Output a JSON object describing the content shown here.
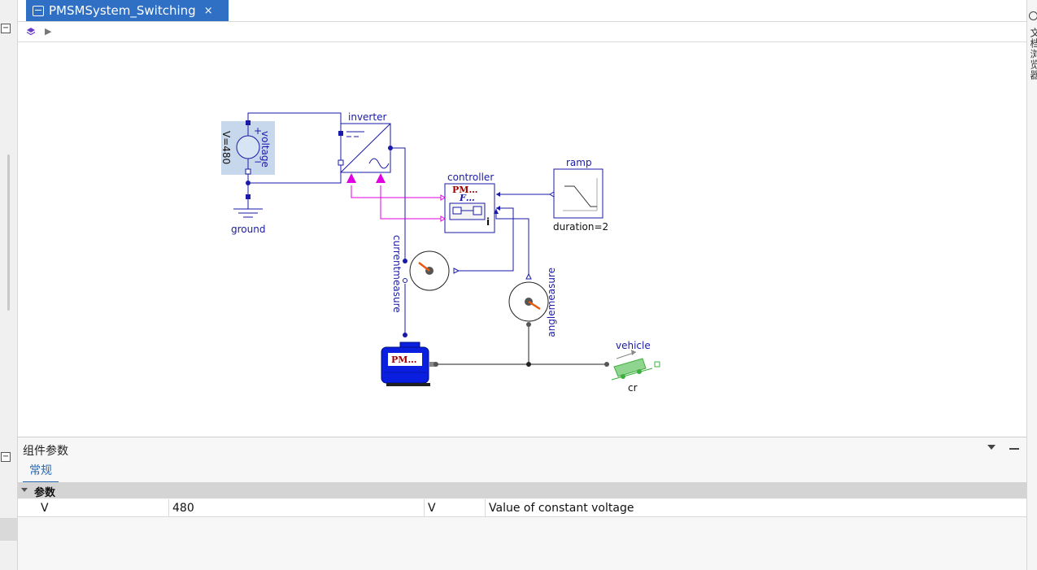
{
  "tab": {
    "title": "PMSMSystem_Switching",
    "close": "×"
  },
  "right_panel": {
    "label": "文档浏览器"
  },
  "diagram": {
    "components": {
      "voltage": {
        "name": "voltage",
        "param": "V=480"
      },
      "ground": {
        "name": "ground"
      },
      "inverter": {
        "name": "inverter"
      },
      "controller": {
        "name": "controller",
        "line1": "PM…",
        "line2": "F…",
        "port": "i"
      },
      "ramp": {
        "name": "ramp",
        "param": "duration=2"
      },
      "currentmeasure": {
        "name": "currentmeasure"
      },
      "anglemeasure": {
        "name": "anglemeasure"
      },
      "motor": {
        "name": "PM…"
      },
      "vehicle": {
        "name": "vehicle",
        "param": "cr"
      }
    },
    "colors": {
      "wire": "#1a1aa8",
      "signal": "#e000e0",
      "mech": "#222222",
      "motor": "#0a1ee0",
      "vehicle": "#3cb03c"
    }
  },
  "panel": {
    "title": "组件参数",
    "subtab": "常规",
    "group": "参数",
    "rows": [
      {
        "name": "V",
        "value": "480",
        "unit": "V",
        "description": "Value of constant voltage"
      }
    ]
  }
}
